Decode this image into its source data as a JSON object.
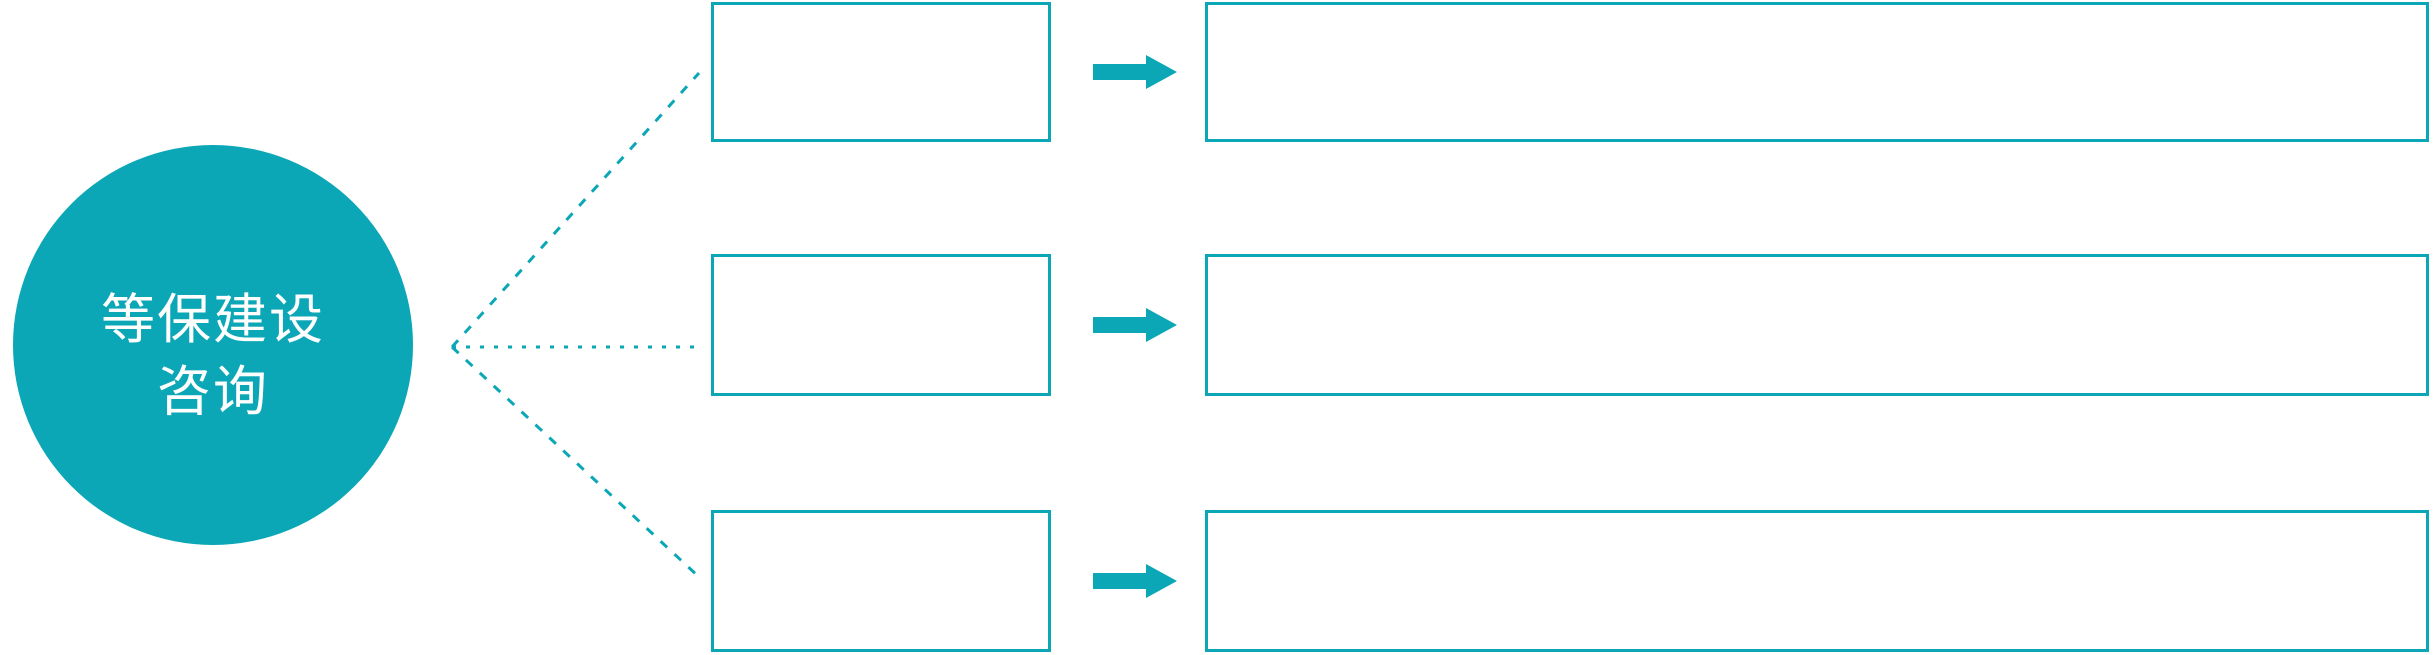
{
  "colors": {
    "accent": "#0BA7B6",
    "text_on_accent": "#FFFFFF",
    "background": "#FFFFFF"
  },
  "diagram": {
    "type": "fan-out flow diagram",
    "root": {
      "label_line1": "等保建设",
      "label_line2": "咨询"
    },
    "connectors": {
      "style": "dotted",
      "count": 3
    },
    "arrow_icon": "right-block-arrow",
    "rows": [
      {
        "small_box_text": "",
        "big_box_text": ""
      },
      {
        "small_box_text": "",
        "big_box_text": ""
      },
      {
        "small_box_text": "",
        "big_box_text": ""
      }
    ]
  }
}
